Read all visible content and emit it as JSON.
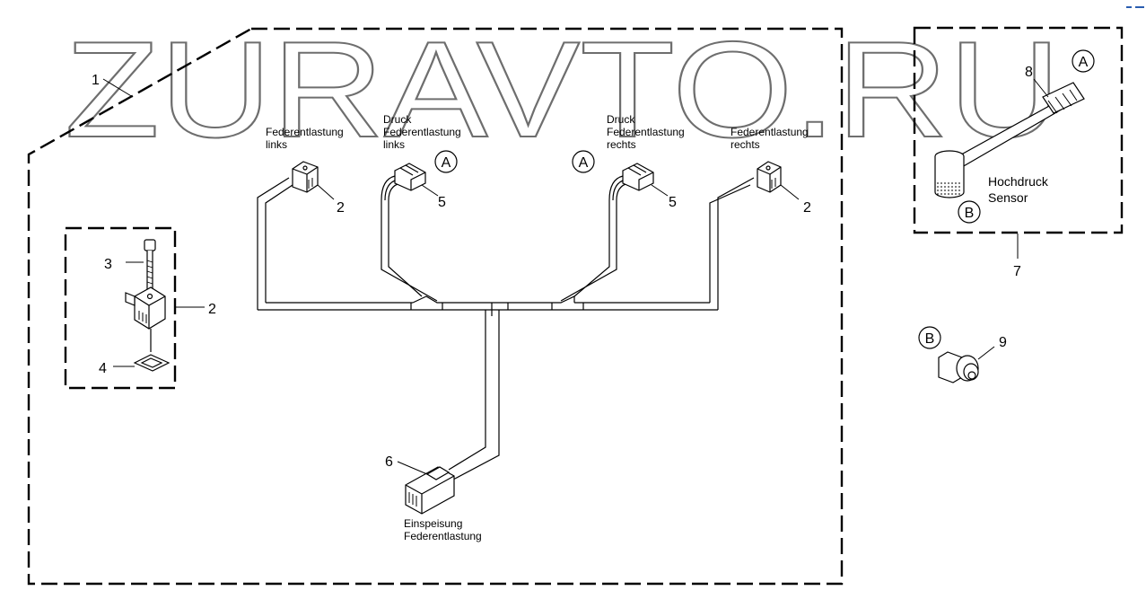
{
  "watermark": "ZURAVTO.RU",
  "labels": {
    "l_links": [
      "Federentlastung",
      "links"
    ],
    "druck_links": [
      "Druck",
      "Federentlastung",
      "links"
    ],
    "druck_rechts": [
      "Druck",
      "Federentlastung",
      "rechts"
    ],
    "l_rechts": [
      "Federentlastung",
      "rechts"
    ],
    "einspeisung": [
      "Einspeisung",
      "Federentlastung"
    ],
    "sensor": [
      "Hochdruck",
      "Sensor"
    ]
  },
  "callouts": {
    "n1": "1",
    "n2a": "2",
    "n2b": "2",
    "n2c": "2",
    "n3": "3",
    "n4": "4",
    "n5a": "5",
    "n5b": "5",
    "n6": "6",
    "n7": "7",
    "n8": "8",
    "n9": "9"
  },
  "refs": {
    "A": "A",
    "B": "B"
  }
}
